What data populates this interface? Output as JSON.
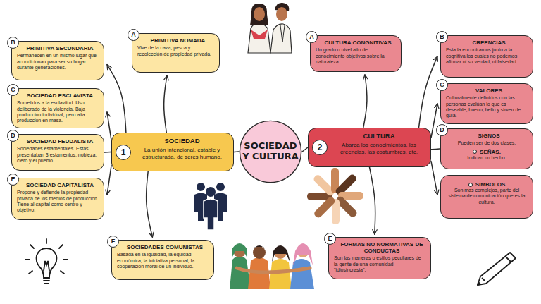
{
  "diagram": {
    "nodes": [
      {
        "text": [
          "SOCIEDAD Y CULTURA"
        ]
      },
      {
        "text": [
          "1",
          "SOCIEDAD",
          "La unión intencional, estable y estructurada, de seres humano."
        ]
      },
      {
        "text": [
          "2",
          "CULTURA",
          "Abarca los conocimientos, las creencias, las costumbres, etc."
        ]
      },
      {
        "text": [
          "A",
          "PRIMITIVA NOMADA",
          "Vive de la caza, pesca y recolección de propiedad privada."
        ]
      },
      {
        "text": [
          "B",
          "PRIMITIVA SECUNDARIA",
          "Permanecen en un mismo lugar que acondicionan para ser su hogar durante generaciones."
        ]
      },
      {
        "text": [
          "C",
          "SOCIEDAD ESCLAVISTA",
          "Sometidos a la esclavitud. Uso deliberado de la violencia. Baja produccion individual, pero alta produccion en masa."
        ]
      },
      {
        "text": [
          "D",
          "SOCIEDAD FEUDALISTA",
          "Sociedades estamentales. Estas presentaban 3 estamentos: nobleza, clero y el pueblo."
        ]
      },
      {
        "text": [
          "E",
          "SOCIEDAD CAPITALISTA",
          "Propone y defiende la propiedad privada de los medios de producción. Tiene al capital como centro y objetivo."
        ]
      },
      {
        "text": [
          "F",
          "SOCIEDADES COMUNISTAS",
          "Basada en la igualdad, la equidad económica, la iniciativa personal, la cooperación moral de un individuo."
        ]
      },
      {
        "text": [
          "A",
          "CULTURA CONGNITIVAS",
          "Un grado o nivel alto de conocimiento objetivos sobre la naturaleza."
        ]
      },
      {
        "text": [
          "B",
          "CREENCIAS",
          "Esta la encontramos junto a la cognitiva los cuales no podemos afirmar ni su verdad, ni falsedad"
        ]
      },
      {
        "text": [
          "C",
          "VALORES",
          "Culturalmente definidos con las personas evalúan lo que es deseable, bueno, bello y sirven de guía."
        ]
      },
      {
        "text": [
          "D",
          "SIGNOS",
          "Pueden ser de dos clases:",
          "SEÑAS.",
          "Indican un hecho."
        ]
      },
      {
        "text": [
          "SIMBOLOS",
          "Son mas complejos, parte del sistema de comunicación que es la cultura."
        ]
      },
      {
        "text": [
          "E",
          "FORMAS NO NORMATIVAS DE CONDUCTAS",
          "Son las maneras o estilos peculiares de la gente de una comunidad \"idiosincrasia\"."
        ]
      }
    ],
    "edges": [
      {
        "from": 0,
        "to": 1,
        "arrow": "none"
      },
      {
        "from": 0,
        "to": 2,
        "arrow": "none"
      },
      {
        "from": 1,
        "to": 3,
        "arrow": "to"
      },
      {
        "from": 1,
        "to": 4,
        "arrow": "to"
      },
      {
        "from": 1,
        "to": 5,
        "arrow": "to"
      },
      {
        "from": 1,
        "to": 6,
        "arrow": "none"
      },
      {
        "from": 1,
        "to": 7,
        "arrow": "to"
      },
      {
        "from": 1,
        "to": 8,
        "arrow": "to"
      },
      {
        "from": 2,
        "to": 9,
        "arrow": "to"
      },
      {
        "from": 2,
        "to": 10,
        "arrow": "to"
      },
      {
        "from": 2,
        "to": 11,
        "arrow": "to"
      },
      {
        "from": 2,
        "to": 12,
        "arrow": "none"
      },
      {
        "from": 2,
        "to": 13,
        "arrow": "to"
      },
      {
        "from": 2,
        "to": 14,
        "arrow": "to"
      }
    ]
  }
}
